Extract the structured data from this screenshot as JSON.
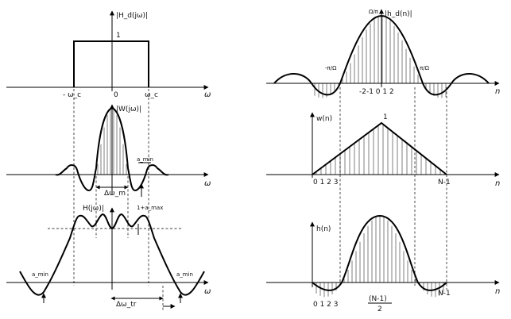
{
  "labels": {
    "panel_a": {
      "title": "|H_d(jω)|",
      "level_one": "1",
      "x_axis": "ω",
      "left_cutoff": "- ω_c",
      "zero": "0",
      "right_cutoff": "ω_c"
    },
    "panel_b": {
      "title": "|W(jω)|",
      "x_axis": "ω",
      "ripple": "a_min",
      "mainlobe_width": "Δω_m"
    },
    "panel_c": {
      "title": "H(jω)|",
      "upper": "1+a_max",
      "x_axis": "ω",
      "left_min": "a_min",
      "right_min": "a_min",
      "transition": "Δω_tr"
    },
    "panel_d": {
      "title": "|h_d(n)|",
      "peak": "Ω/π",
      "left_zero": "-π/Ω",
      "right_zero": "π/Ω",
      "ticks": "-2-1 0 1 2",
      "x_axis": "n"
    },
    "panel_e": {
      "title": "w(n)",
      "peak": "1",
      "ticks": "0 1 2 3",
      "end": "N-1",
      "x_axis": "n"
    },
    "panel_f": {
      "title": "h(n)",
      "ticks": "0 1 2 3",
      "center_num": "(N-1)",
      "center_den": "2",
      "end": "N-1",
      "x_axis": "n"
    }
  }
}
